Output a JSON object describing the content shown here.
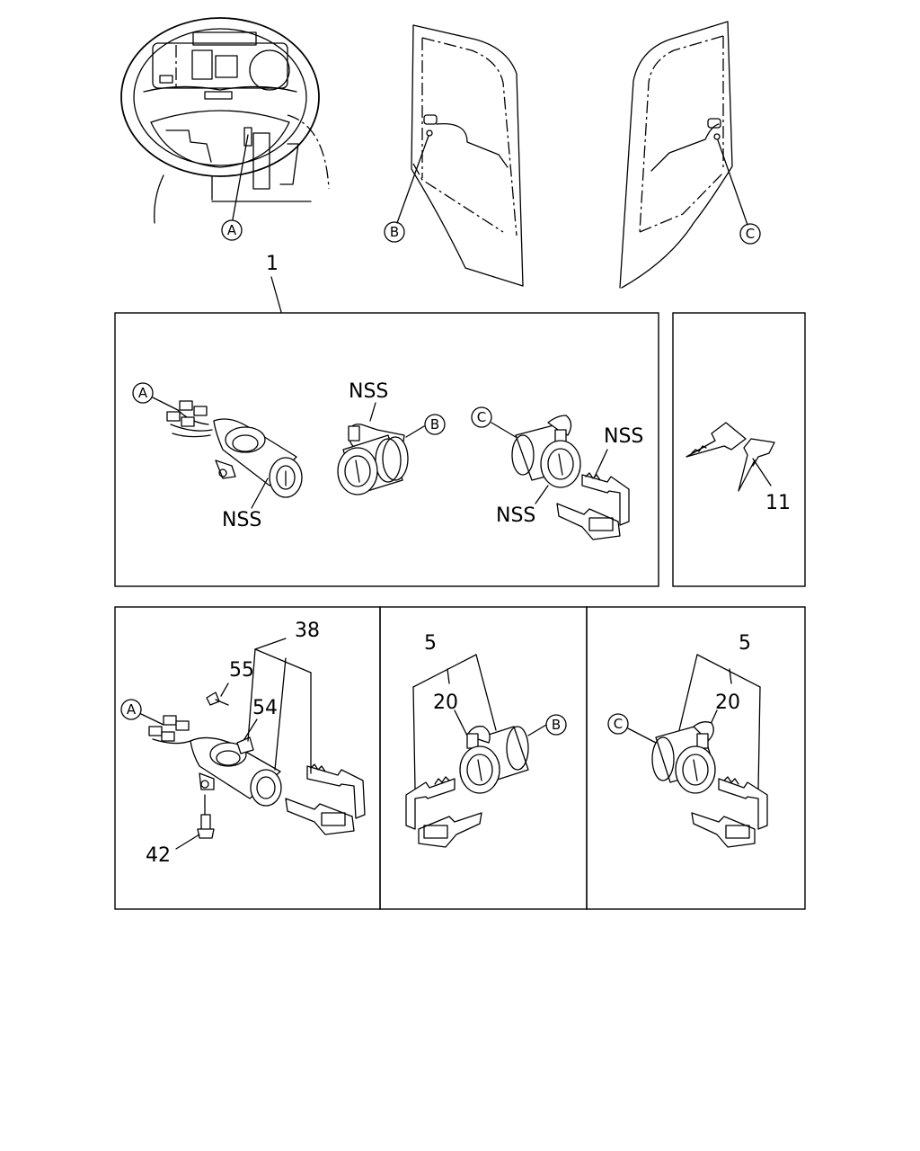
{
  "callouts": {
    "a": "A",
    "b": "B",
    "c": "C"
  },
  "labels": {
    "assembly": "1",
    "key_blank": "11",
    "ignition_kit": "38",
    "screw": "55",
    "bracket": "54",
    "bolt": "42",
    "door_lock_kit": "5",
    "lock_cylinder": "20",
    "nss": "NSS"
  }
}
